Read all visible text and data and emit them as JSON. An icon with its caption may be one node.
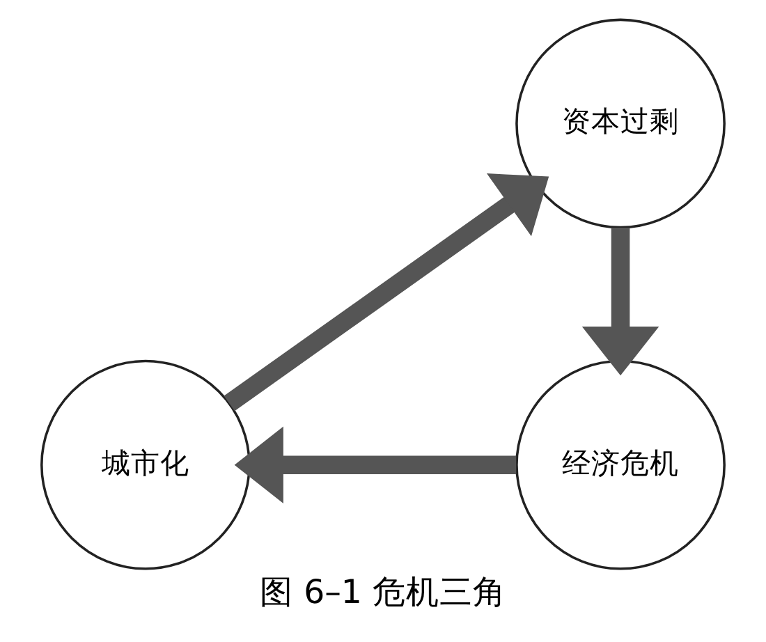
{
  "diagram": {
    "caption": "图 6–1 危机三角",
    "nodes": [
      {
        "text": [
          "资本过剩"
        ]
      },
      {
        "text": [
          "城市化"
        ]
      },
      {
        "text": [
          "经济危机"
        ]
      }
    ],
    "edges": [
      {
        "from": 0,
        "to": 2,
        "arrow": "to"
      },
      {
        "from": 2,
        "to": 1,
        "arrow": "to"
      },
      {
        "from": 1,
        "to": 0,
        "arrow": "to"
      }
    ]
  }
}
